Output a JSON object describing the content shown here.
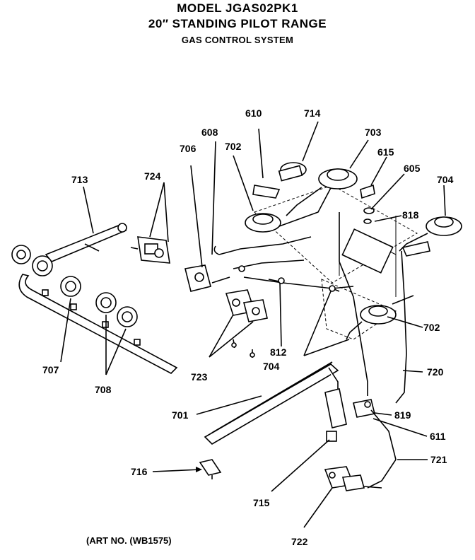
{
  "header": {
    "model": "MODEL  JGAS02PK1",
    "subtitle": "20″ STANDING PILOT RANGE",
    "section": "GAS CONTROL SYSTEM"
  },
  "footer": {
    "art_no": "(ART NO. (WB1575)"
  },
  "callouts": {
    "c610": "610",
    "c714": "714",
    "c608": "608",
    "c702a": "702",
    "c703": "703",
    "c706": "706",
    "c615": "615",
    "c605": "605",
    "c713": "713",
    "c724": "724",
    "c704a": "704",
    "c818": "818",
    "c702b": "702",
    "c707": "707",
    "c708": "708",
    "c723": "723",
    "c812": "812",
    "c704b": "704",
    "c720": "720",
    "c701": "701",
    "c819": "819",
    "c611": "611",
    "c721": "721",
    "c716": "716",
    "c715": "715",
    "c722": "722"
  }
}
